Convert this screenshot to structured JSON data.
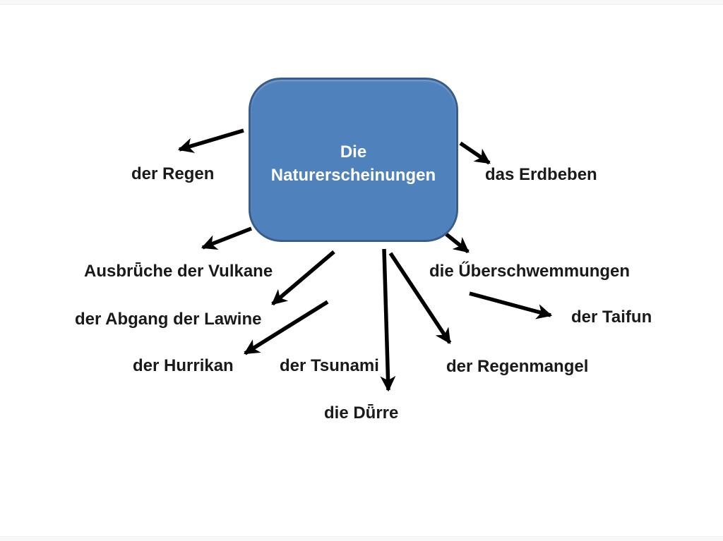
{
  "slide": {
    "background_color": "#ffffff",
    "edge_strip_color": "#f8f8f8"
  },
  "diagram": {
    "center_node": {
      "title_line1": "Die",
      "title_line2": "Naturerscheinungen",
      "fill_color": "#4f81bd",
      "border_color": "#385d8a",
      "text_color": "#ffffff"
    },
    "arrow_color": "#000000",
    "labels": {
      "regen": "der Regen",
      "erdbeben": "das Erdbeben",
      "vulkane": "Ausbrǖche der Vulkane",
      "ueberschwemmungen": "die Űberschwemmungen",
      "lawine": "der Abgang der Lawine",
      "taifun": "der Taifun",
      "hurrikan": "der Hurrikan",
      "tsunami": "der Tsunami",
      "regenmangel": "der Regenmangel",
      "duerre": "die Dǖrre"
    },
    "relationships": [
      {
        "from": "Die Naturerscheinungen",
        "to": "der Regen"
      },
      {
        "from": "Die Naturerscheinungen",
        "to": "das Erdbeben"
      },
      {
        "from": "Die Naturerscheinungen",
        "to": "Ausbrǖche der Vulkane"
      },
      {
        "from": "Die Naturerscheinungen",
        "to": "die Űberschwemmungen"
      },
      {
        "from": "Die Naturerscheinungen",
        "to": "der Abgang der Lawine"
      },
      {
        "from": "Die Naturerscheinungen",
        "to": "der Taifun"
      },
      {
        "from": "Die Naturerscheinungen",
        "to": "der Hurrikan"
      },
      {
        "from": "Die Naturerscheinungen",
        "to": "der Regenmangel"
      },
      {
        "from": "Die Naturerscheinungen",
        "to": "die Dǖrre"
      }
    ]
  }
}
